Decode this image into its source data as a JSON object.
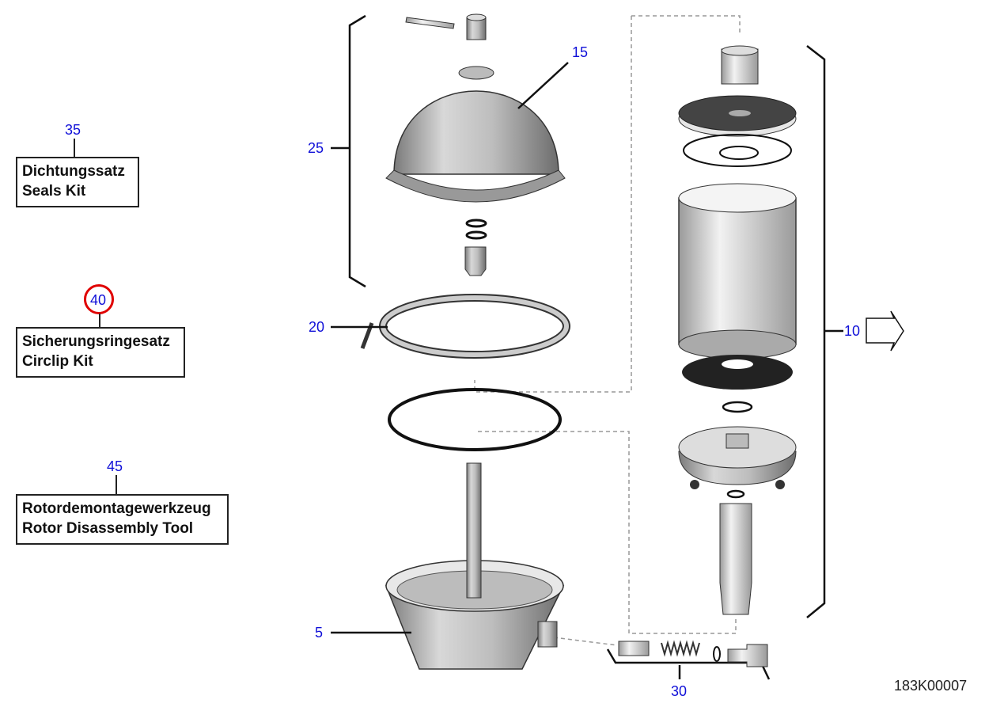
{
  "kits": [
    {
      "callout": "35",
      "line1": "Dichtungssatz",
      "line2": "Seals Kit"
    },
    {
      "callout": "40",
      "line1": "Sicherungsringesatz",
      "line2": "Circlip Kit",
      "highlighted": true
    },
    {
      "callout": "45",
      "line1": "Rotordemontagewerkzeug",
      "line2": "Rotor Disassembly Tool"
    }
  ],
  "callouts": {
    "c5": "5",
    "c10": "10",
    "c15": "15",
    "c20": "20",
    "c25": "25",
    "c30": "30"
  },
  "drawing_code": "183K00007",
  "colors": {
    "callout": "#1010d8",
    "highlight": "#e00000"
  }
}
